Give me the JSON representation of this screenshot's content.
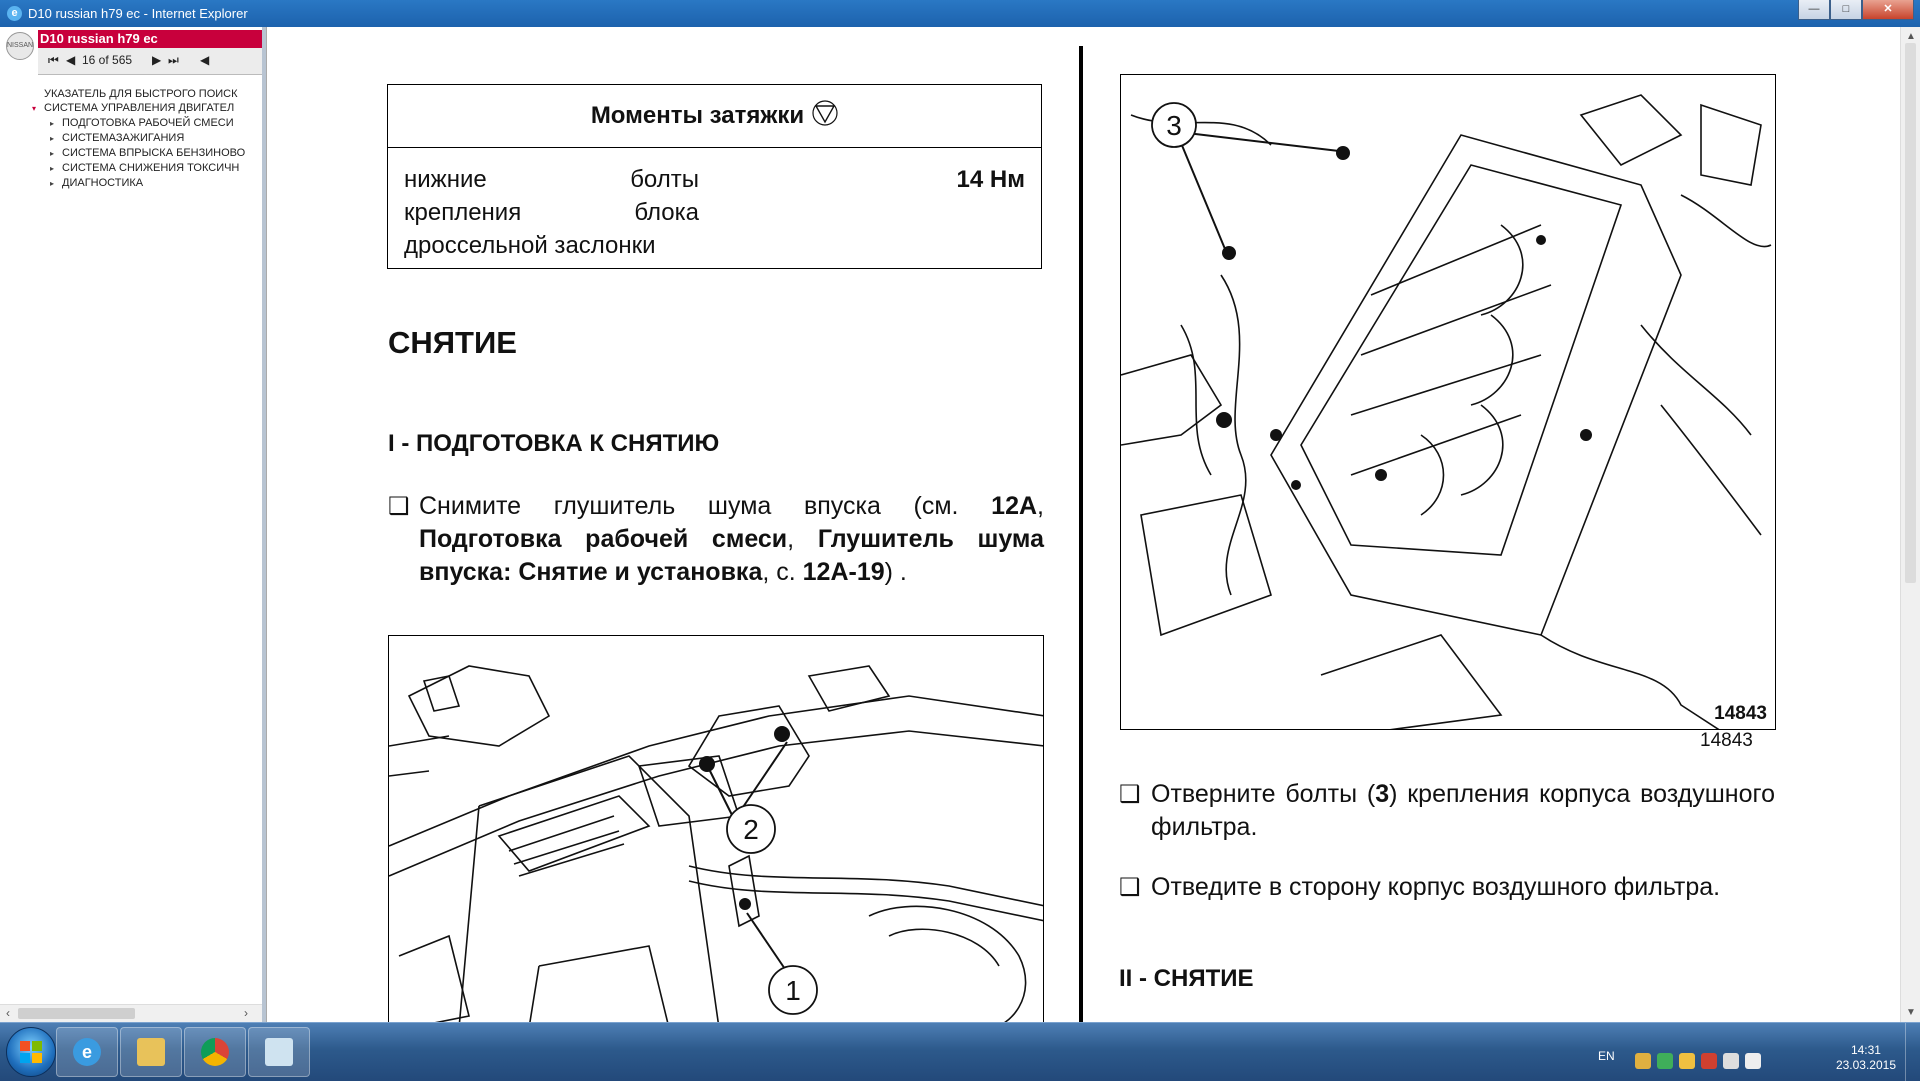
{
  "window": {
    "title": "D10 russian h79 ec - Internet Explorer",
    "min_label": "—",
    "max_label": "□",
    "close_label": "✕"
  },
  "nav": {
    "doc_title": "D10 russian h79 ec",
    "page_indicator": "16 of 565",
    "logo_text": "NISSAN",
    "tree": [
      {
        "label": "УКАЗАТЕЛЬ ДЛЯ БЫСТРОГО ПОИСК"
      },
      {
        "label": "СИСТЕМА УПРАВЛЕНИЯ ДВИГАТЕЛ"
      },
      {
        "label": "ПОДГОТОВКА РАБОЧЕЙ СМЕСИ"
      },
      {
        "label": "СИСТЕМАЗАЖИГАНИЯ"
      },
      {
        "label": "СИСТЕМА ВПРЫСКА БЕНЗИНОВО"
      },
      {
        "label": "СИСТЕМА СНИЖЕНИЯ ТОКСИЧН"
      },
      {
        "label": "ДИАГНОСТИКА"
      }
    ]
  },
  "doc": {
    "torque": {
      "heading": "Моменты затяжки",
      "line1": "нижние болты",
      "line2": "крепления блока",
      "line3": "дроссельной заслонки",
      "value": "14 Нм"
    },
    "section_title": "СНЯТИЕ",
    "subsection1": "I - ПОДГОТОВКА К СНЯТИЮ",
    "step1": {
      "t1": "Снимите глушитель шума впуска (см. ",
      "b1": "12A",
      "t2": ", ",
      "b2": "Подготовка рабочей смеси",
      "t3": ", ",
      "b3": "Глушитель шума впуска: Снятие и установка",
      "t4": ", с. ",
      "b4": "12A-19",
      "t5": ") ."
    },
    "fig1_labels": {
      "a": "2",
      "b": "1"
    },
    "fig2": {
      "label3": "3",
      "number": "14843"
    },
    "fig2_caption": "14843",
    "step2": {
      "t1": "Отверните болты (",
      "b1": "3",
      "t2": ") крепления корпуса воздушного фильтра."
    },
    "step3": "Отведите в сторону корпус воздушного фильтра.",
    "subsection2": "II - СНЯТИЕ"
  },
  "taskbar": {
    "lang": "EN",
    "time": "14:31",
    "date": "23.03.2015"
  }
}
